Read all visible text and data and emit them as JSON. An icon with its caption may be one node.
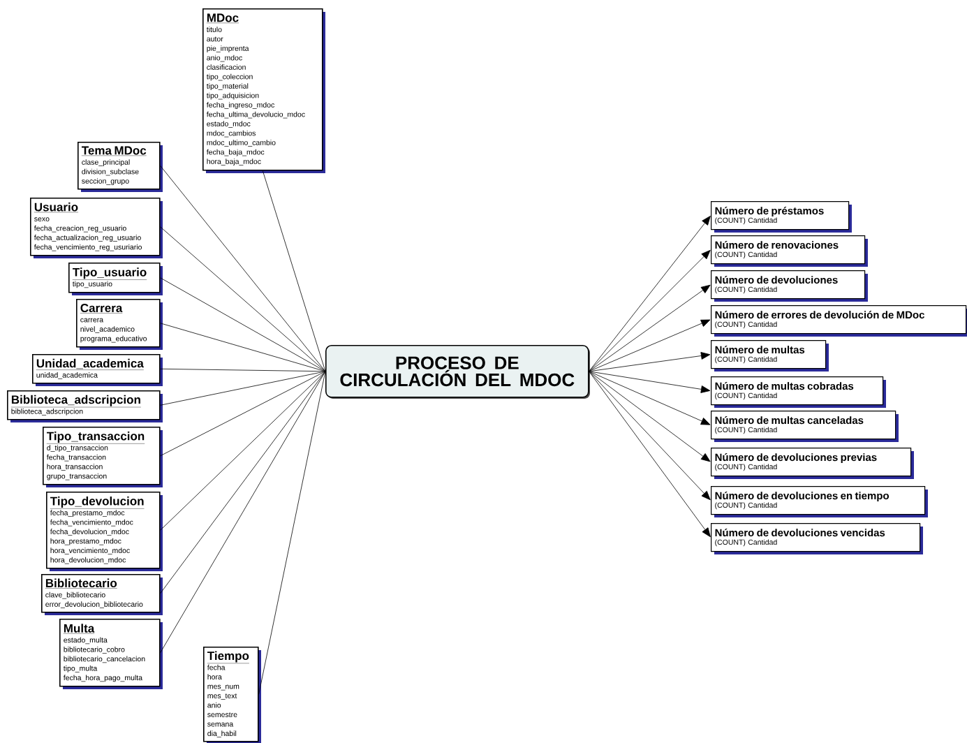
{
  "diagram": {
    "nodes": [
      {
        "text": [
          "MDoc",
          "titulo",
          "autor",
          "pie_imprenta",
          "anio_mdoc",
          "clasificacion",
          "tipo_coleccion",
          "tipo_material",
          "tipo_adquisicion",
          "fecha_ingreso_mdoc",
          "fecha_ultima_devolucio_mdoc",
          "estado_mdoc",
          "mdoc_cambios",
          "mdoc_ultimo_cambio",
          "fecha_baja_mdoc",
          "hora_baja_mdoc"
        ]
      },
      {
        "text": [
          "Tema MDoc",
          "clase_principal",
          "division_subclase",
          "seccion_grupo"
        ]
      },
      {
        "text": [
          "Usuario",
          "sexo",
          "fecha_creacion_reg_usuario",
          "fecha_actualizacion_reg_usuario",
          "fecha_vencimiento_reg_usuriario"
        ]
      },
      {
        "text": [
          "Tipo_usuario",
          "tipo_usuario"
        ]
      },
      {
        "text": [
          "Carrera",
          "carrera",
          "nivel_academico",
          "programa_educativo"
        ]
      },
      {
        "text": [
          "Unidad_academica",
          "unidad_academica"
        ]
      },
      {
        "text": [
          "Biblioteca_adscripcion",
          "biblioteca_adscripcion"
        ]
      },
      {
        "text": [
          "Tipo_transaccion",
          "d_tipo_transaccion",
          "fecha_transaccion",
          "hora_transaccion",
          "grupo_transaccion"
        ]
      },
      {
        "text": [
          "Tipo_devolucion",
          "fecha_prestamo_mdoc",
          "fecha_vencimiento_mdoc",
          "fecha_devolucion_mdoc",
          "hora_prestamo_mdoc",
          "hora_vencimiento_mdoc",
          "hora_devolucion_mdoc"
        ]
      },
      {
        "text": [
          "Bibliotecario",
          "clave_bibliotecario",
          "error_devolucion_bibliotecario"
        ]
      },
      {
        "text": [
          "Multa",
          "estado_multa",
          "bibliotecario_cobro",
          "bibliotecario_cancelacion",
          "tipo_multa",
          "fecha_hora_pago_multa"
        ]
      },
      {
        "text": [
          "PROCESO DE CIRCULACIÓN DEL MDOC"
        ]
      },
      {
        "text": [
          "Número de préstamos",
          "(COUNT) Cantidad"
        ]
      },
      {
        "text": [
          "Número de renovaciones",
          "(COUNT) Cantidad"
        ]
      },
      {
        "text": [
          "Número de devoluciones",
          "(COUNT) Cantidad"
        ]
      },
      {
        "text": [
          "Número de errores de devolución de MDoc",
          "(COUNT) Cantidad"
        ]
      },
      {
        "text": [
          "Número de multas",
          "(COUNT) Cantidad"
        ]
      },
      {
        "text": [
          "Número de multas cobradas",
          "(COUNT) Cantidad"
        ]
      },
      {
        "text": [
          "Número de multas canceladas",
          "(COUNT) Cantidad"
        ]
      },
      {
        "text": [
          "Número de devoluciones previas",
          "(COUNT) Cantidad"
        ]
      },
      {
        "text": [
          "Número de devoluciones en tiempo",
          "(COUNT) Cantidad"
        ]
      },
      {
        "text": [
          "Número de devoluciones vencidas",
          "(COUNT) Cantidad"
        ]
      },
      {
        "text": [
          "Tiempo",
          "fecha",
          "hora",
          "mes_num",
          "mes_text",
          "anio",
          "semestre",
          "semana",
          "dia_habil"
        ]
      }
    ],
    "edges": [
      {
        "from": 0,
        "to": 11,
        "arrow": "none"
      },
      {
        "from": 1,
        "to": 11,
        "arrow": "none"
      },
      {
        "from": 2,
        "to": 11,
        "arrow": "none"
      },
      {
        "from": 3,
        "to": 11,
        "arrow": "none"
      },
      {
        "from": 4,
        "to": 11,
        "arrow": "none"
      },
      {
        "from": 5,
        "to": 11,
        "arrow": "none"
      },
      {
        "from": 6,
        "to": 11,
        "arrow": "none"
      },
      {
        "from": 7,
        "to": 11,
        "arrow": "none"
      },
      {
        "from": 8,
        "to": 11,
        "arrow": "none"
      },
      {
        "from": 9,
        "to": 11,
        "arrow": "none"
      },
      {
        "from": 10,
        "to": 11,
        "arrow": "none"
      },
      {
        "from": 22,
        "to": 11,
        "arrow": "none"
      },
      {
        "from": 11,
        "to": 12,
        "arrow": "to"
      },
      {
        "from": 11,
        "to": 13,
        "arrow": "to"
      },
      {
        "from": 11,
        "to": 14,
        "arrow": "to"
      },
      {
        "from": 11,
        "to": 15,
        "arrow": "to"
      },
      {
        "from": 11,
        "to": 16,
        "arrow": "to"
      },
      {
        "from": 11,
        "to": 17,
        "arrow": "to"
      },
      {
        "from": 11,
        "to": 18,
        "arrow": "to"
      },
      {
        "from": 11,
        "to": 19,
        "arrow": "to"
      },
      {
        "from": 11,
        "to": 20,
        "arrow": "to"
      },
      {
        "from": 11,
        "to": 21,
        "arrow": "to"
      }
    ]
  }
}
